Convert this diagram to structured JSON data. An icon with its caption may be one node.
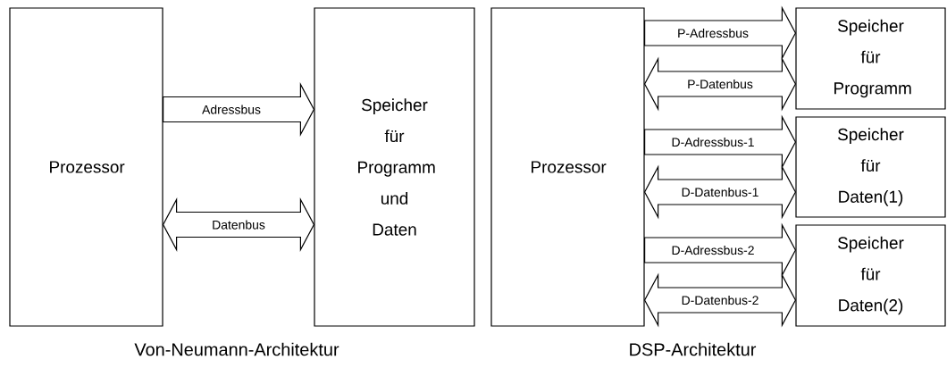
{
  "diagram": {
    "nodes": [
      {
        "text": [
          "Prozessor"
        ]
      },
      {
        "text": [
          "Speicher für Programm und Daten"
        ]
      },
      {
        "text": [
          "Prozessor"
        ]
      },
      {
        "text": [
          "Speicher für Programm"
        ]
      },
      {
        "text": [
          "Speicher für Daten(1)"
        ]
      },
      {
        "text": [
          "Speicher für Daten(2)"
        ]
      }
    ],
    "edges": [
      {
        "from": 0,
        "to": 1,
        "arrow": "to",
        "label": "Adressbus"
      },
      {
        "from": 0,
        "to": 1,
        "arrow": "both",
        "label": "Datenbus"
      },
      {
        "from": 2,
        "to": 3,
        "arrow": "to",
        "label": "P-Adressbus"
      },
      {
        "from": 2,
        "to": 3,
        "arrow": "both",
        "label": "P-Datenbus"
      },
      {
        "from": 2,
        "to": 4,
        "arrow": "to",
        "label": "D-Adressbus-1"
      },
      {
        "from": 2,
        "to": 4,
        "arrow": "both",
        "label": "D-Datenbus-1"
      },
      {
        "from": 2,
        "to": 5,
        "arrow": "to",
        "label": "D-Adressbus-2"
      },
      {
        "from": 2,
        "to": 5,
        "arrow": "both",
        "label": "D-Datenbus-2"
      }
    ],
    "labels": [
      "Von-Neumann-Architektur",
      "DSP-Architektur"
    ]
  }
}
